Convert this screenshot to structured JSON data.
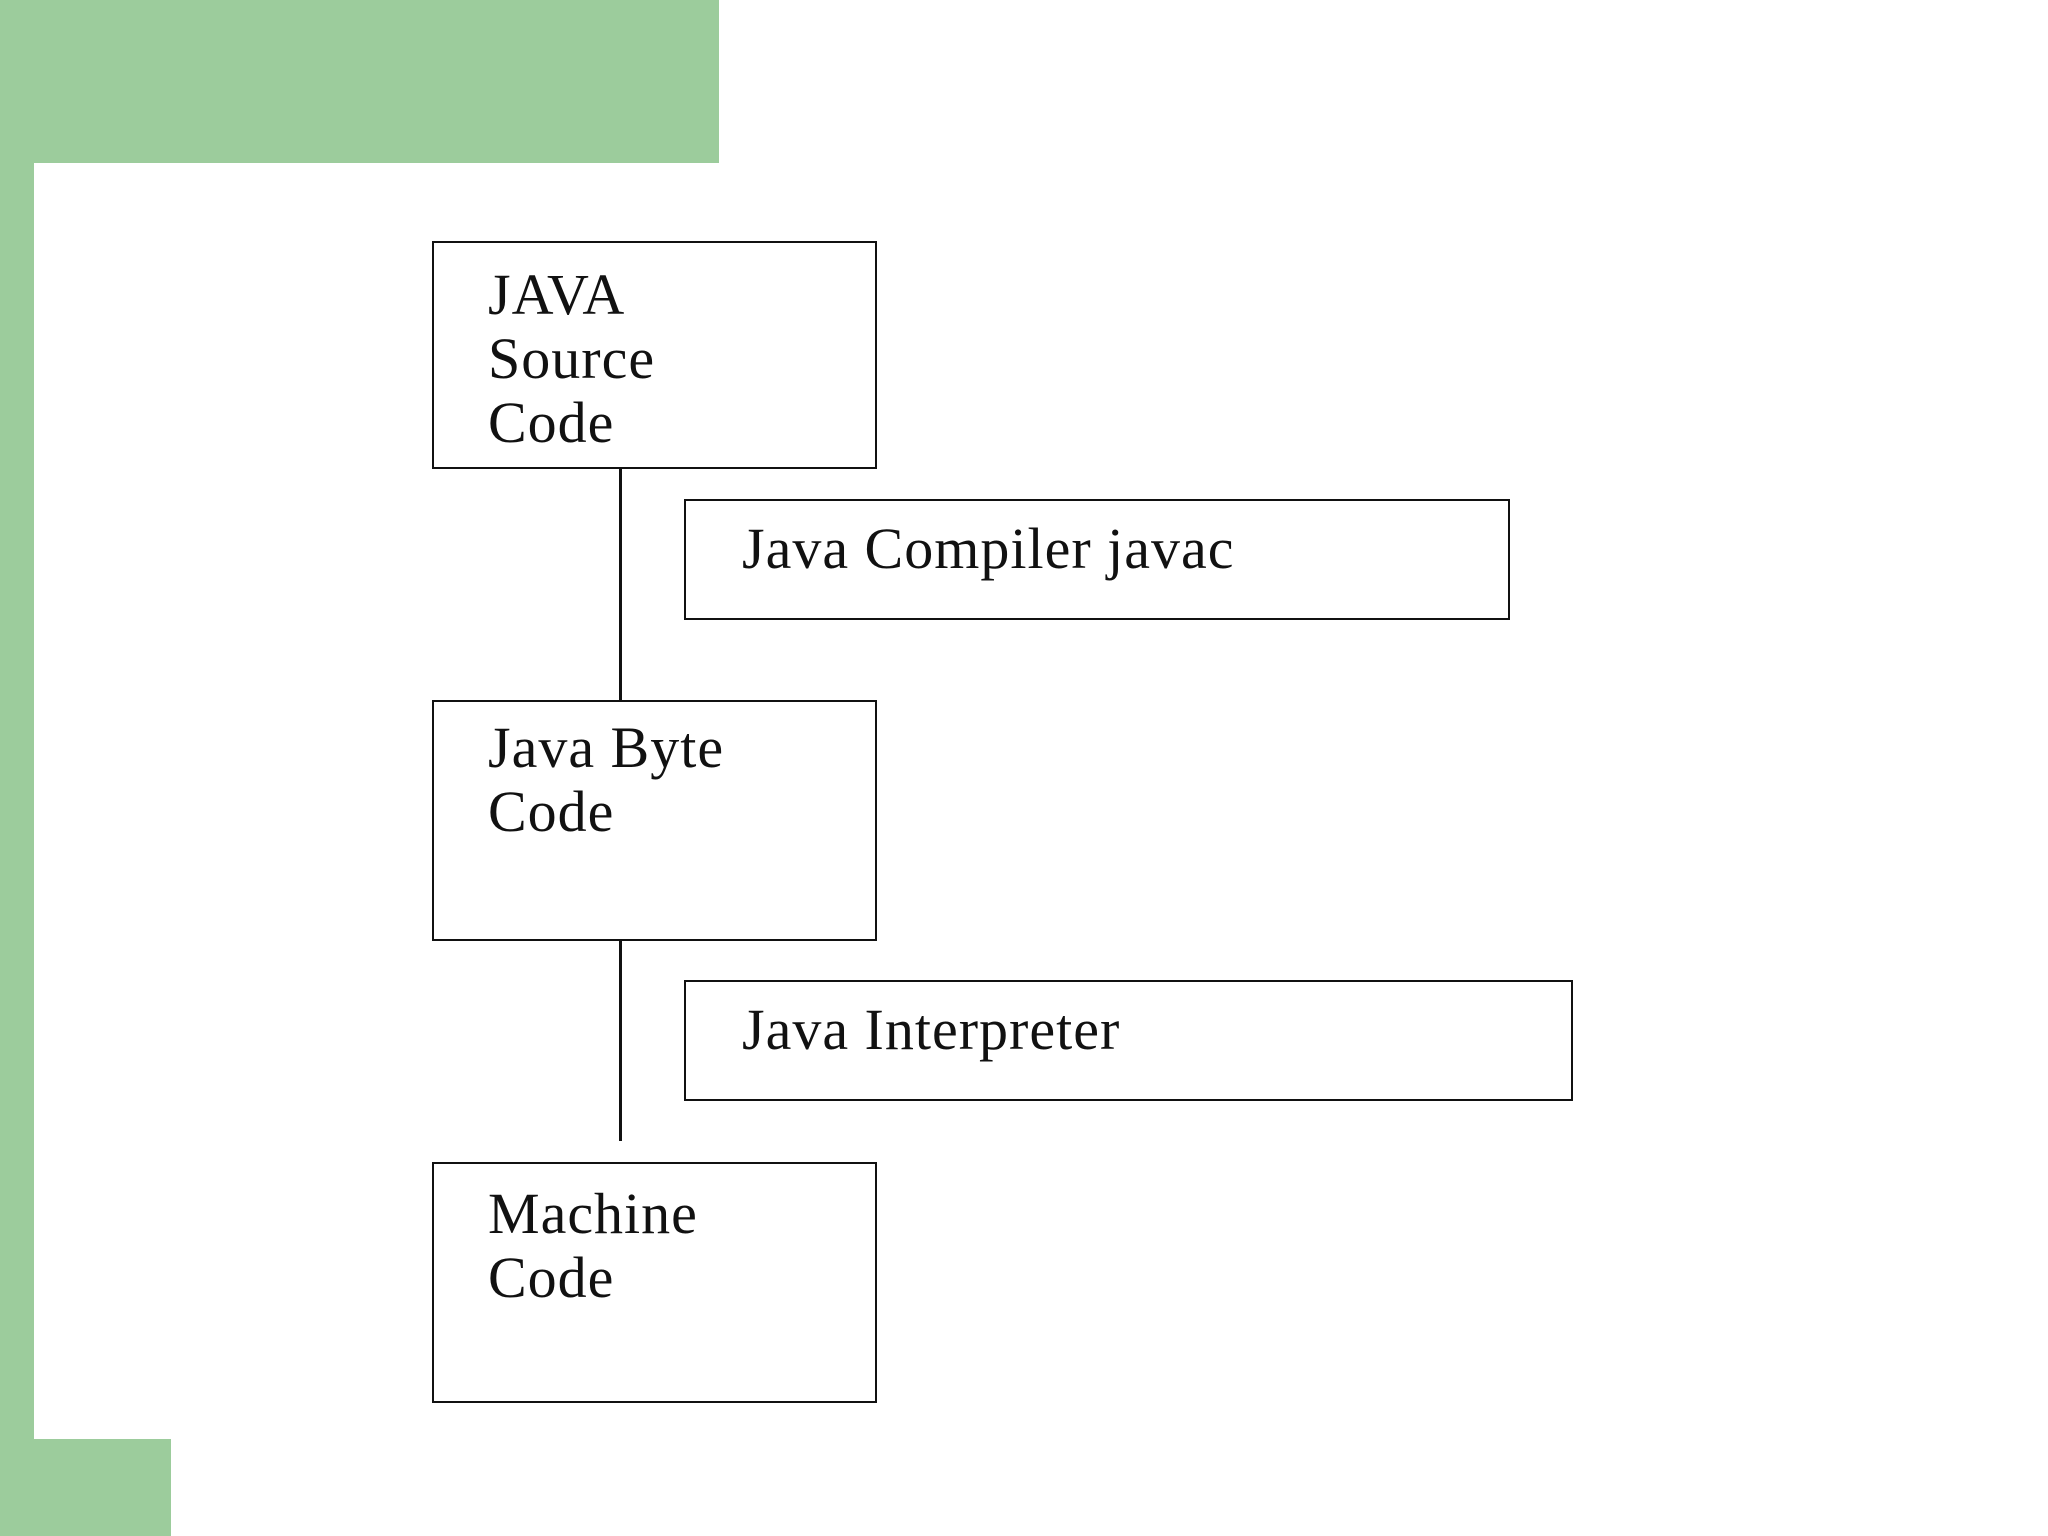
{
  "colors": {
    "accent_green": "#9ccc9c",
    "background": "#ffffff",
    "ink": "#111111"
  },
  "diagram": {
    "nodes": [
      {
        "lines": [
          "JAVA",
          "Source",
          "Code"
        ]
      },
      {
        "lines": [
          "Java Byte",
          "Code"
        ]
      },
      {
        "lines": [
          "Machine",
          "Code"
        ]
      }
    ],
    "processes": [
      {
        "label": "Java Compiler javac"
      },
      {
        "label": "Java Interpreter"
      }
    ]
  }
}
